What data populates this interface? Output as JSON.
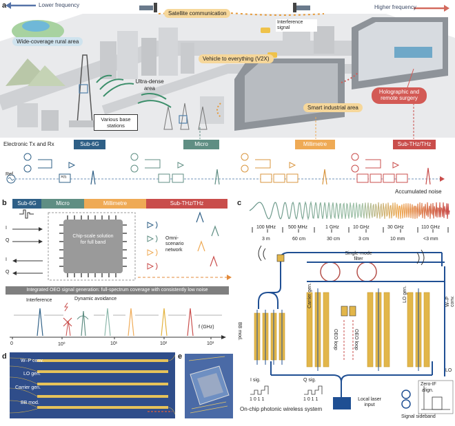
{
  "panels": {
    "a": "a",
    "b": "b",
    "c": "c",
    "d": "d",
    "e": "e"
  },
  "panel_a": {
    "lower_frequency": "Lower frequency",
    "higher_frequency": "Higher frequency",
    "satellite": "Satellite communication",
    "interference_signal": "Interference signal",
    "v2x": "Vehicle to everything (V2X)",
    "rural": "Wide-coverage rural area",
    "ultra_dense": "Ultra-dense area",
    "base_stations": "Various base stations",
    "smart_industrial": "Smart industrial area",
    "holographic": "Holographic and remote surgery",
    "electronic_txrx": "Electronic Tx and Rx",
    "ref": "Ref.",
    "accumulated_noise": "Accumulated noise",
    "mult": "×n",
    "bands": [
      "Sub-6G",
      "Micro",
      "Millimetre",
      "Sub-THz/THz"
    ]
  },
  "panel_b": {
    "bands": [
      "Sub-6G",
      "Micro",
      "Millimetre",
      "Sub-THz/THz"
    ],
    "chip_text": "Chip-scale solution for full band",
    "omni": "Omni-scenario network",
    "banner": "Integrated OEO signal generation: full-spectrum coverage with consistently low noise",
    "interference": "Interference",
    "dynamic_avoidance": "Dynamic avoidance",
    "axis_label": "f (GHz)",
    "ticks": [
      "0",
      "10⁰",
      "10¹",
      "10²",
      "10³"
    ],
    "io_labels": [
      "I",
      "Q",
      "I",
      "Q"
    ]
  },
  "panel_c": {
    "freqs": [
      "100 MHz",
      "500 MHz",
      "1 GHz",
      "10 GHz",
      "30 GHz",
      "110 GHz"
    ],
    "wavelengths": [
      "3 m",
      "60 cm",
      "30 cm",
      "3 cm",
      "10 mm",
      "<3 mm"
    ],
    "filter": "Single-mode filter",
    "bb_mod": "BB mod.",
    "carrier_gen": "Carrier gen.",
    "oeo_loop": "OEO loop",
    "lo_gen": "LO gen.",
    "wp_conv": "W–P conv.",
    "i_sig": "I sig.",
    "q_sig": "Q sig.",
    "bits": "1 0 1 1",
    "laser": "Local laser input",
    "onchip": "On-chip photonic wireless system",
    "zero_if": "Zero-IF",
    "align": "align.",
    "signal_sideband": "Signal sideband",
    "lo": "LO"
  },
  "panel_d": {
    "labels": [
      "W–P conv.",
      "LO gen.",
      "Carrier gen.",
      "BB mod."
    ]
  },
  "colors": {
    "sub6g": "#2e5f86",
    "micro": "#5f8e83",
    "millimetre": "#efaa55",
    "subthz": "#c94d4b",
    "chip": "#9a9a9a",
    "gold": "#e2b64a",
    "waveguide": "#1f4f93"
  }
}
